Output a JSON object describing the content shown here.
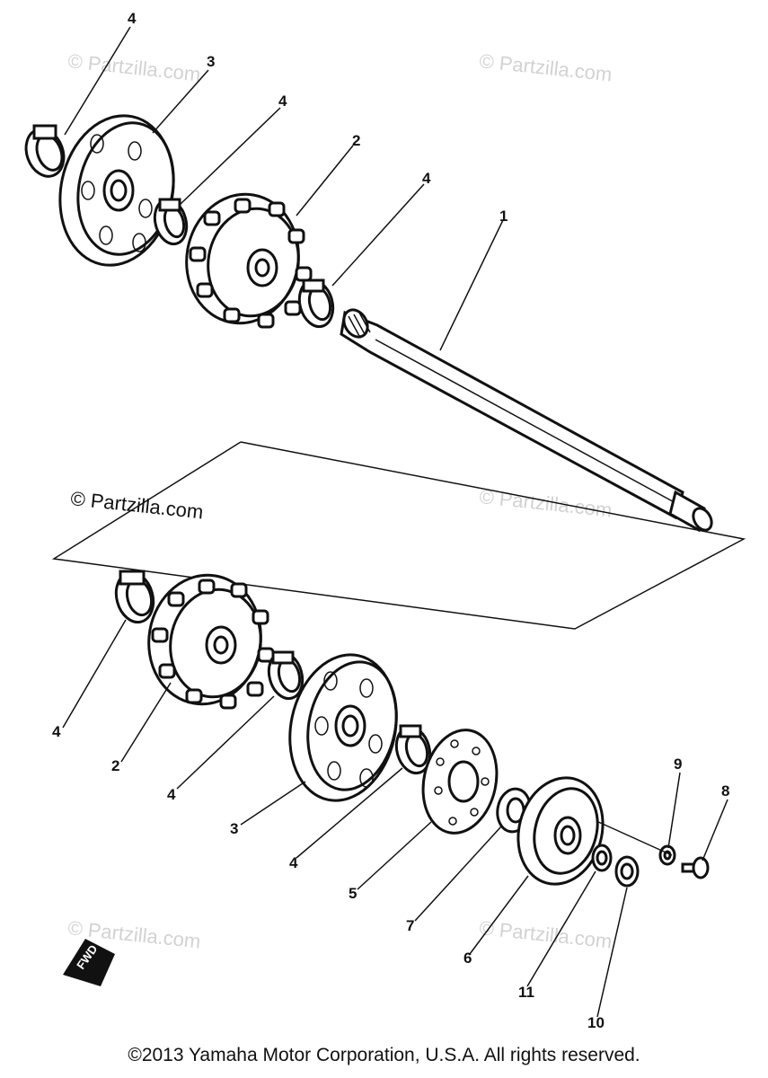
{
  "watermarks": [
    "© Partzilla.com",
    "© Partzilla.com",
    "© Partzilla.com",
    "© Partzilla.com",
    "© Partzilla.com",
    "© Partzilla.com"
  ],
  "callouts": {
    "c1": "1",
    "c2a": "2",
    "c2b": "2",
    "c3a": "3",
    "c3b": "3",
    "c4a": "4",
    "c4b": "4",
    "c4c": "4",
    "c4d": "4",
    "c4e": "4",
    "c4f": "4",
    "c5": "5",
    "c6": "6",
    "c7": "7",
    "c8": "8",
    "c9": "9",
    "c10": "10",
    "c11": "11"
  },
  "fwd_label": "FWD",
  "copyright": "©2013 Yamaha Motor Corporation, U.S.A. All rights reserved."
}
